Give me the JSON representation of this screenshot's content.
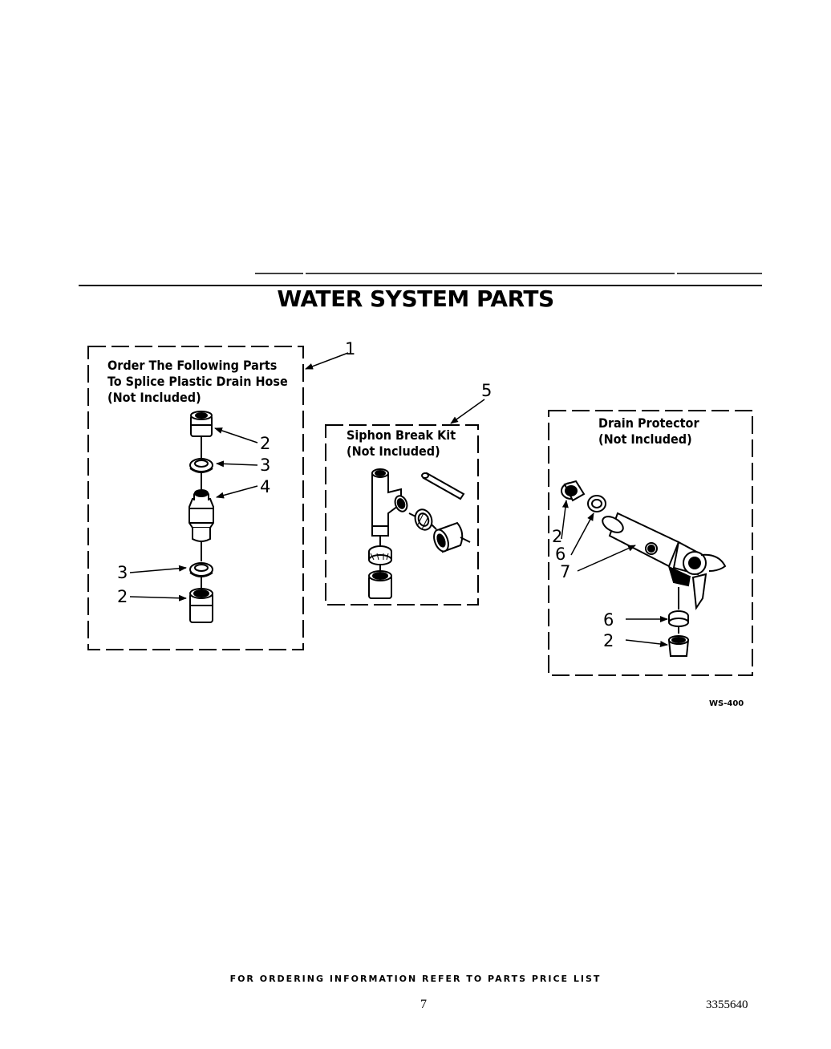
{
  "page": {
    "title": "WATER SYSTEM PARTS",
    "footer": "FOR ORDERING INFORMATION REFER TO PARTS PRICE LIST",
    "page_number": "7",
    "document_number": "3355640",
    "diagram_code": "WS-400"
  },
  "splice_box": {
    "line1": "Order The Following Parts",
    "line2": "To Splice Plastic Drain Hose",
    "line3": "(Not Included)",
    "callouts": [
      "1",
      "2",
      "3",
      "4",
      "3",
      "2"
    ]
  },
  "siphon_box": {
    "line1": "Siphon Break Kit",
    "line2": "(Not Included)",
    "callouts": [
      "5"
    ]
  },
  "drain_box": {
    "line1": "Drain Protector",
    "line2": "(Not Included)",
    "callouts": [
      "2",
      "6",
      "7",
      "6",
      "2"
    ]
  },
  "colors": {
    "ink": "#000000",
    "paper": "#ffffff"
  }
}
